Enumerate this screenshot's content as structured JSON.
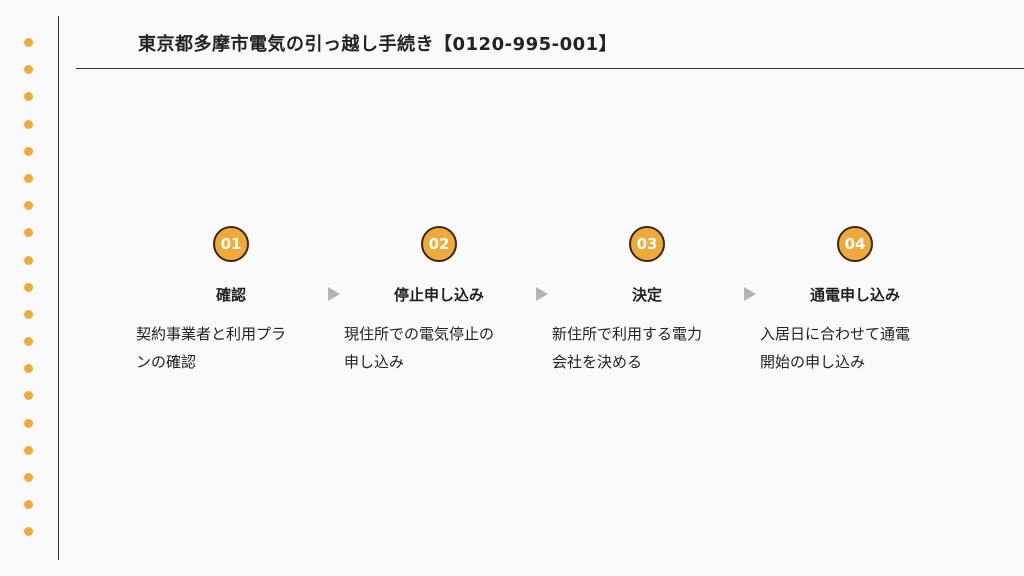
{
  "header": {
    "title": "東京都多摩市電気の引っ越し手続き【0120-995-001】"
  },
  "colors": {
    "accent": "#f0a93b",
    "line": "#333333",
    "arrow": "#b5b5b5"
  },
  "steps": [
    {
      "number": "01",
      "title": "確認",
      "desc_line1": "契約事業者と利用プラ",
      "desc_line2": "ンの確認"
    },
    {
      "number": "02",
      "title": "停止申し込み",
      "desc_line1": "現住所での電気停止の",
      "desc_line2": "申し込み"
    },
    {
      "number": "03",
      "title": "決定",
      "desc_line1": "新住所で利用する電力",
      "desc_line2": "会社を決める"
    },
    {
      "number": "04",
      "title": "通電申し込み",
      "desc_line1": "入居日に合わせて通電",
      "desc_line2": "開始の申し込み"
    }
  ]
}
